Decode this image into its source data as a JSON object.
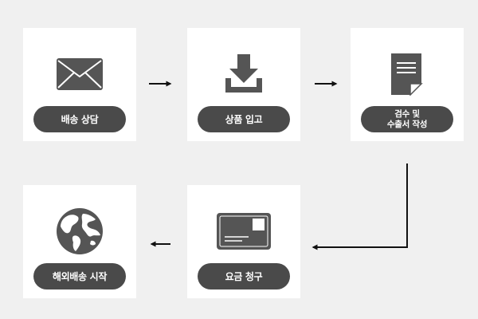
{
  "steps": [
    {
      "label": "배송 상담",
      "icon": "envelope-icon"
    },
    {
      "label": "상품 입고",
      "icon": "download-tray-icon"
    },
    {
      "label_line1": "검수 및",
      "label_line2": "수출서 작성",
      "icon": "document-icon"
    },
    {
      "label": "요금 청구",
      "icon": "credit-card-icon"
    },
    {
      "label": "해외배송 시작",
      "icon": "globe-icon"
    }
  ],
  "colors": {
    "background": "#f0f0f0",
    "card": "#ffffff",
    "pill": "#4a4a4a",
    "icon": "#555555",
    "arrow": "#111111"
  }
}
